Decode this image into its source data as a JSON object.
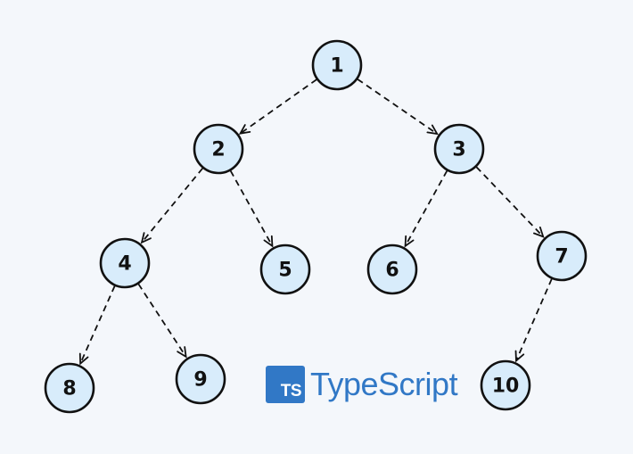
{
  "tree": {
    "nodes": [
      {
        "id": "1",
        "label": "1"
      },
      {
        "id": "2",
        "label": "2"
      },
      {
        "id": "3",
        "label": "3"
      },
      {
        "id": "4",
        "label": "4"
      },
      {
        "id": "5",
        "label": "5"
      },
      {
        "id": "6",
        "label": "6"
      },
      {
        "id": "7",
        "label": "7"
      },
      {
        "id": "8",
        "label": "8"
      },
      {
        "id": "9",
        "label": "9"
      },
      {
        "id": "10",
        "label": "10"
      }
    ],
    "edges": [
      {
        "from": "1",
        "to": "2"
      },
      {
        "from": "1",
        "to": "3"
      },
      {
        "from": "2",
        "to": "4"
      },
      {
        "from": "2",
        "to": "5"
      },
      {
        "from": "3",
        "to": "6"
      },
      {
        "from": "3",
        "to": "7"
      },
      {
        "from": "4",
        "to": "8"
      },
      {
        "from": "4",
        "to": "9"
      },
      {
        "from": "7",
        "to": "10"
      }
    ]
  },
  "logo": {
    "badge_text": "TS",
    "wordmark": "TypeScript",
    "color": "#3178c6"
  },
  "colors": {
    "background": "#f4f7fb",
    "node_fill": "#d8ecfb",
    "stroke": "#111111"
  }
}
